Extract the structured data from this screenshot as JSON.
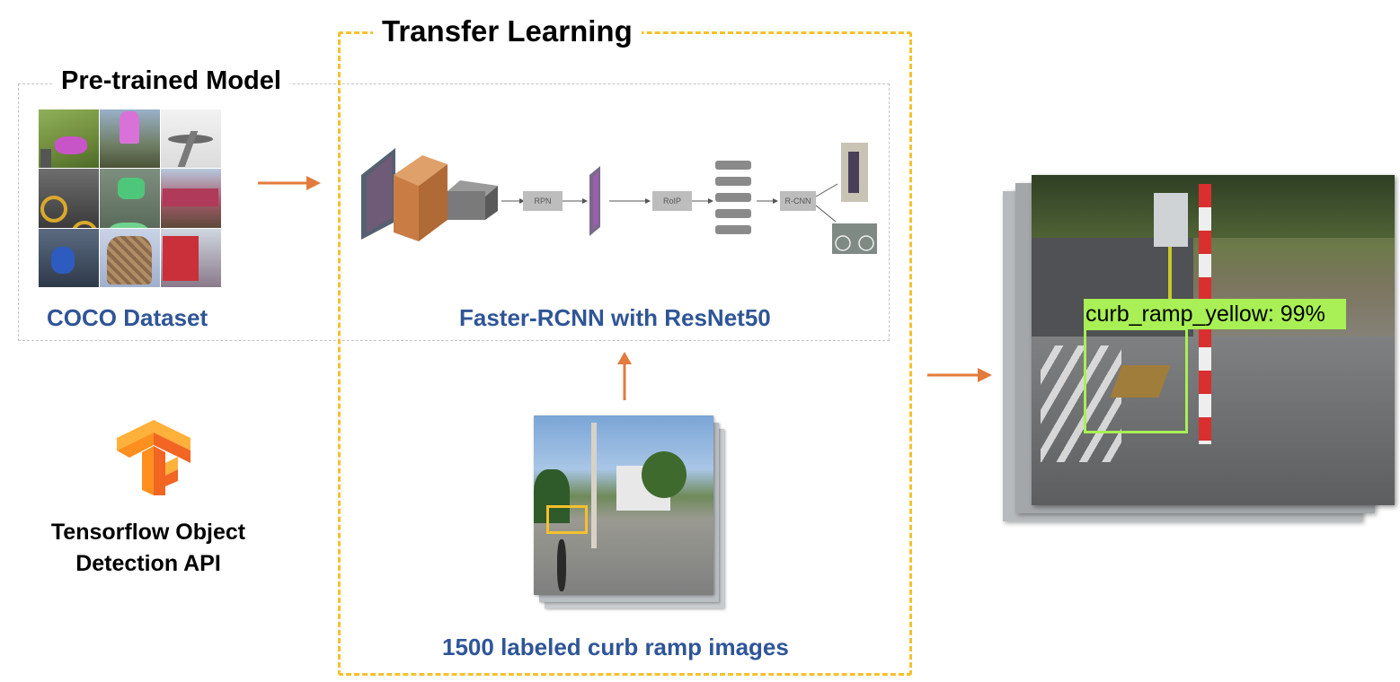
{
  "headings": {
    "pretrained": "Pre-trained Model",
    "transfer": "Transfer Learning"
  },
  "captions": {
    "coco": "COCO Dataset",
    "model": "Faster-RCNN with ResNet50",
    "training_images": "1500 labeled curb ramp images"
  },
  "tensorflow": {
    "title_line1": "Tensorflow Object",
    "title_line2": "Detection API",
    "icon": "tensorflow-logo-icon"
  },
  "pipeline": {
    "rpn": "RPN",
    "roip": "RoIP",
    "rcnn": "R-CNN"
  },
  "detection": {
    "label": "curb_ramp_yellow: 99%"
  },
  "colors": {
    "arrow": "#e27b3c",
    "caption": "#2f5597",
    "yellow_box": "#f4c12e",
    "gray_box": "#c4c4c4",
    "detection_green": "#a8f055"
  }
}
